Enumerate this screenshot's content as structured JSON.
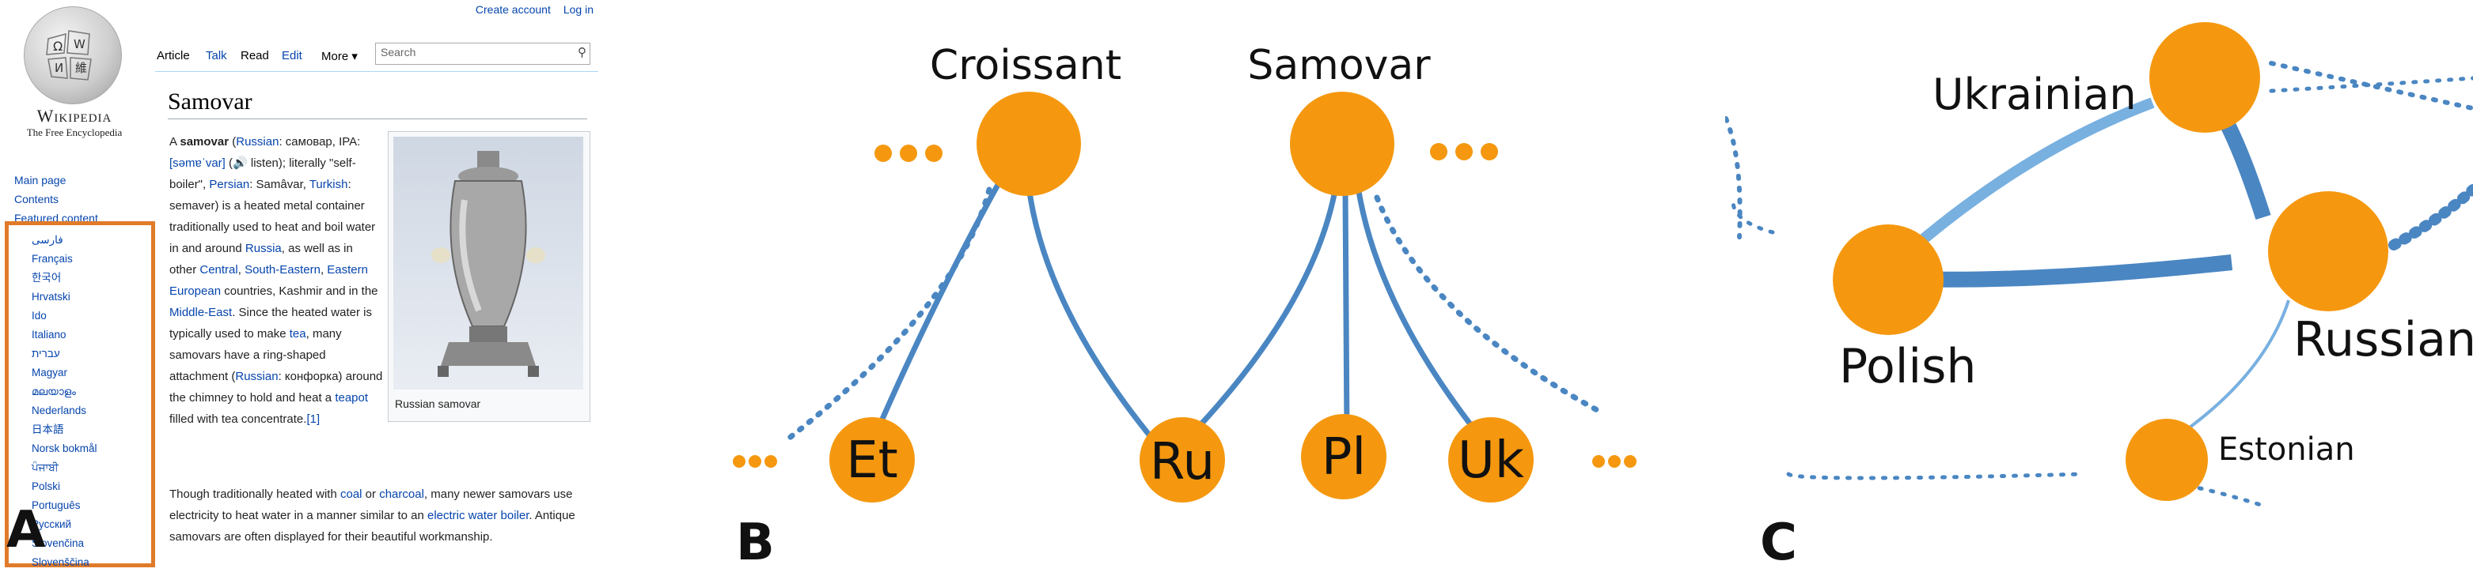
{
  "panel_labels": {
    "a": "A",
    "b": "B",
    "c": "C"
  },
  "colors": {
    "node": "#f5980f",
    "edge": "#4a86c2",
    "edge_light": "#78b0e0",
    "highlight_box": "#e07b2a",
    "link": "#0645ad"
  },
  "wikipedia": {
    "top_links": {
      "create_account": "Create account",
      "log_in": "Log in"
    },
    "wordmark": "Wikipedia",
    "tagline": "The Free Encyclopedia",
    "nav": [
      "Main page",
      "Contents",
      "Featured content"
    ],
    "languages": [
      "فارسی",
      "Français",
      "한국어",
      "Hrvatski",
      "Ido",
      "Italiano",
      "עברית",
      "Magyar",
      "മലയാളം",
      "Nederlands",
      "日本語",
      "Norsk bokmål",
      "ਪੰਜਾਬੀ",
      "Polski",
      "Português",
      "Русский",
      "Slovenčina",
      "Slovenščina"
    ],
    "tabs": {
      "article": "Article",
      "talk": "Talk",
      "read": "Read",
      "edit": "Edit",
      "more": "More ▾"
    },
    "search_placeholder": "Search",
    "title": "Samovar",
    "image_caption": "Russian samovar",
    "paragraph1": [
      {
        "t": "A "
      },
      {
        "t": "samovar",
        "b": true
      },
      {
        "t": " ("
      },
      {
        "t": "Russian",
        "l": true
      },
      {
        "t": ": самовар, "
      },
      {
        "t": "IPA: "
      },
      {
        "t": "[səmɐˈvar]",
        "l": true
      },
      {
        "t": " (🔊 listen); literally \"self-boiler\", "
      },
      {
        "t": "Persian",
        "l": true
      },
      {
        "t": ": Samâvar, "
      },
      {
        "t": "Turkish",
        "l": true
      },
      {
        "t": ": semaver) is a heated metal container traditionally used to heat and boil water in and around "
      },
      {
        "t": "Russia",
        "l": true
      },
      {
        "t": ", as well as in other "
      },
      {
        "t": "Central",
        "l": true
      },
      {
        "t": ", "
      },
      {
        "t": "South-Eastern",
        "l": true
      },
      {
        "t": ", "
      },
      {
        "t": "Eastern European",
        "l": true
      },
      {
        "t": " countries, Kashmir and in the "
      },
      {
        "t": "Middle-East",
        "l": true
      },
      {
        "t": ". Since the heated water is typically used to make "
      },
      {
        "t": "tea",
        "l": true
      },
      {
        "t": ", many samovars have a ring-shaped attachment ("
      },
      {
        "t": "Russian",
        "l": true
      },
      {
        "t": ": конфорка) around the chimney to hold and heat a "
      },
      {
        "t": "teapot",
        "l": true
      },
      {
        "t": " filled with tea concentrate."
      },
      {
        "t": "[1]",
        "l": true
      }
    ],
    "paragraph2": [
      {
        "t": "Though traditionally heated with "
      },
      {
        "t": "coal",
        "l": true
      },
      {
        "t": " or "
      },
      {
        "t": "charcoal",
        "l": true
      },
      {
        "t": ", many newer samovars use electricity to heat water in a manner similar to an "
      },
      {
        "t": "electric water boiler",
        "l": true
      },
      {
        "t": ". Antique samovars are often displayed for their beautiful workmanship."
      }
    ]
  },
  "bipartite_graph": {
    "top_nodes": [
      "Croissant",
      "Samovar"
    ],
    "bottom_nodes": [
      "Et",
      "Ru",
      "Pl",
      "Uk"
    ],
    "ellipsis": "•••",
    "edges": [
      [
        "Croissant",
        "Et"
      ],
      [
        "Croissant",
        "Ru"
      ],
      [
        "Samovar",
        "Ru"
      ],
      [
        "Samovar",
        "Pl"
      ],
      [
        "Samovar",
        "Uk"
      ]
    ]
  },
  "language_graph": {
    "nodes": [
      "Ukrainian",
      "Polish",
      "Russian",
      "Estonian"
    ],
    "edges": [
      {
        "from": "Ukrainian",
        "to": "Russian",
        "weight": 3
      },
      {
        "from": "Polish",
        "to": "Russian",
        "weight": 3
      },
      {
        "from": "Polish",
        "to": "Ukrainian",
        "weight": 2
      },
      {
        "from": "Russian",
        "to": "Estonian",
        "weight": 1
      }
    ]
  }
}
